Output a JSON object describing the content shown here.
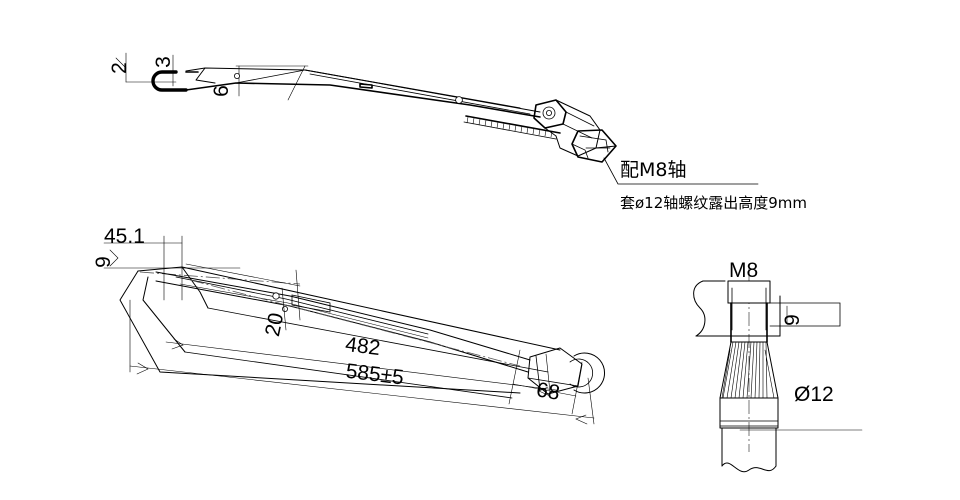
{
  "drawing": {
    "title": "Wiper Arm Assembly Technical Drawing",
    "background_color": "#ffffff",
    "line_color": "#000000",
    "views": {
      "top": {
        "name": "side-elevation-view",
        "labels": {
          "thickness_2": "2",
          "height_3": "3",
          "width_6": "6"
        }
      },
      "plan": {
        "name": "plan-view",
        "labels": {
          "width_45_1": "45.1",
          "height_9": "9",
          "pivot_20": "20",
          "length_482": "482",
          "overall_585": "585±5",
          "tip_68": "68"
        }
      },
      "detail": {
        "name": "shaft-detail-view",
        "labels": {
          "thread_m8": "M8",
          "exposed_9": "9",
          "shaft_dia": "Ø12"
        }
      }
    },
    "notes": {
      "note_1": "配M8轴",
      "note_2": "套ø12轴螺纹露出高度9mm"
    }
  }
}
